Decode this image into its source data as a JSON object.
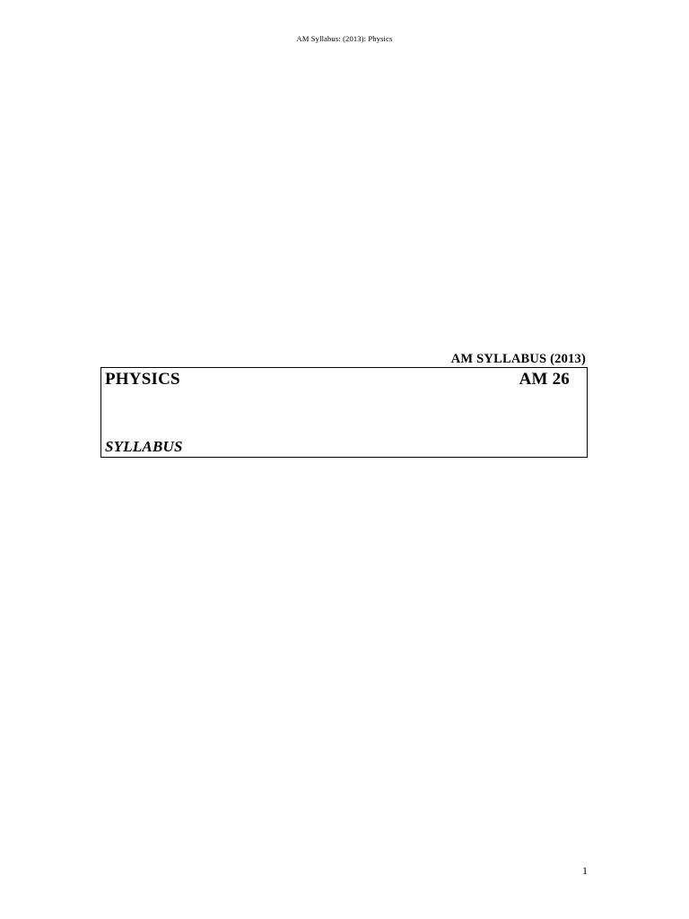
{
  "document": {
    "running_header": "AM Syllabus: (2013): Physics",
    "title_block": {
      "series_line": "AM SYLLABUS (2013)",
      "subject_name": "PHYSICS",
      "subject_code": "AM 26",
      "document_type": "SYLLABUS"
    },
    "footer": {
      "page_number": "1"
    },
    "colors": {
      "page_background": "#ffffff",
      "text": "#000000",
      "box_border": "#000000"
    }
  }
}
